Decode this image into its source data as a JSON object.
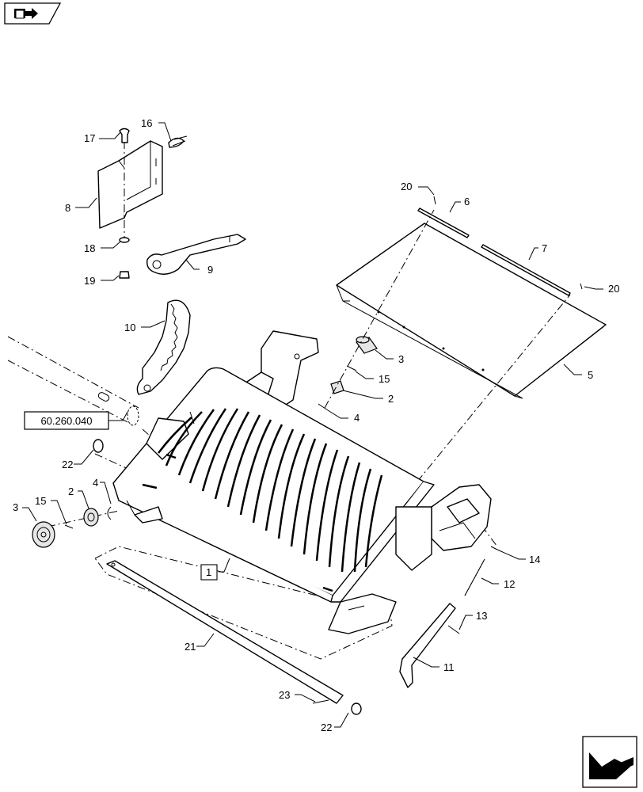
{
  "nav_icons": {
    "top_left": "folder-arrow-icon",
    "bottom_right": "next-page-arrow-icon"
  },
  "reference_box": "60.260.040",
  "callouts": {
    "c17": "17",
    "c16": "16",
    "c8": "8",
    "c18": "18",
    "c19": "19",
    "c9": "9",
    "c10": "10",
    "c20a": "20",
    "c6": "6",
    "c7": "7",
    "c20b": "20",
    "c5": "5",
    "c3a": "3",
    "c15a": "15",
    "c2a": "2",
    "c4a": "4",
    "c22a": "22",
    "c3b": "3",
    "c15b": "15",
    "c2b": "2",
    "c4b": "4",
    "c1": "1",
    "c14": "14",
    "c12": "12",
    "c13": "13",
    "c11": "11",
    "c21": "21",
    "c23": "23",
    "c22b": "22"
  }
}
